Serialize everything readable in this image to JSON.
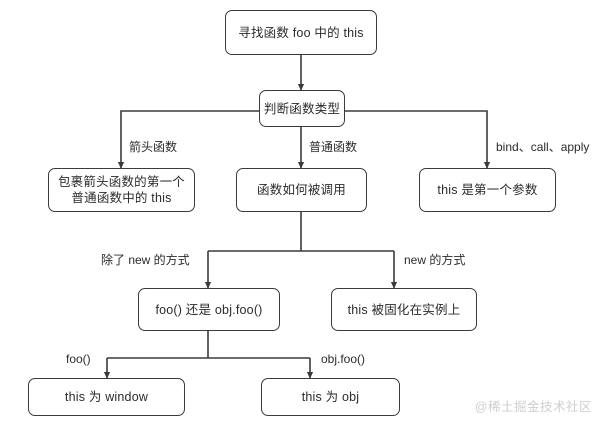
{
  "diagram": {
    "title_node": "寻找函数 foo 中的 this",
    "nodes": [
      {
        "id": "find-this",
        "label": "寻找函数 foo 中的 this"
      },
      {
        "id": "judge-type",
        "label": "判断函数类型"
      },
      {
        "id": "wrapping-fn",
        "label": "包裹箭头函数的第一个\n普通函数中的 this"
      },
      {
        "id": "how-called",
        "label": "函数如何被调用"
      },
      {
        "id": "this-first-arg",
        "label": "this 是第一个参数"
      },
      {
        "id": "foo-or-objfoo",
        "label": "foo() 还是 obj.foo()"
      },
      {
        "id": "fixed-instance",
        "label": "this 被固化在实例上"
      },
      {
        "id": "this-window",
        "label": "this 为 window"
      },
      {
        "id": "this-obj",
        "label": "this 为 obj"
      }
    ],
    "edge_labels": [
      {
        "id": "arrow-function",
        "text": "箭头函数"
      },
      {
        "id": "normal-function",
        "text": "普通函数"
      },
      {
        "id": "bind-call-apply",
        "text": "bind、call、apply"
      },
      {
        "id": "except-new",
        "text": "除了 new 的方式"
      },
      {
        "id": "new-way",
        "text": "new 的方式"
      },
      {
        "id": "call-foo",
        "text": "foo()"
      },
      {
        "id": "call-obj-foo",
        "text": "obj.foo()"
      }
    ],
    "watermark": "@稀土掘金技术社区",
    "colors": {
      "stroke": "#3b3b3b",
      "text": "#2b2b2b",
      "background": "#ffffff",
      "watermark": "#cfcfcf"
    }
  }
}
